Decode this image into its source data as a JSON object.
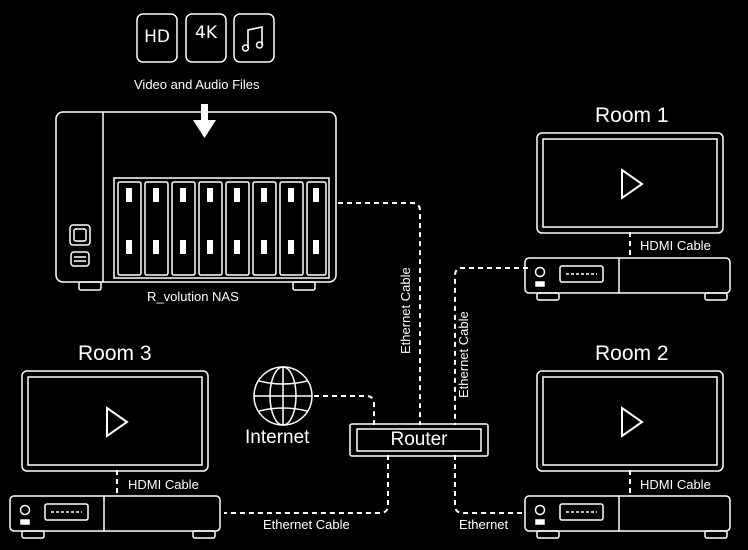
{
  "media_icons": [
    {
      "name": "hd-icon",
      "text": "HD"
    },
    {
      "name": "4k-icon",
      "text": "4K"
    },
    {
      "name": "music-note-icon",
      "text": ""
    }
  ],
  "files_label": "Video and Audio Files",
  "nas_label": "R_volution NAS",
  "rooms": {
    "room1": "Room 1",
    "room2": "Room 2",
    "room3": "Room 3"
  },
  "cables": {
    "hdmi_room1": "HDMI Cable",
    "hdmi_room2": "HDMI Cable",
    "hdmi_room3": "HDMI Cable",
    "ethernet_nas": "Ethernet Cable",
    "ethernet_room1": "Ethernet Cable",
    "ethernet_room3": "Ethernet Cable",
    "ethernet_room2": "Ethernet"
  },
  "internet_label": "Internet",
  "router_label": "Router",
  "colors": {
    "background": "#000000",
    "stroke": "#ffffff"
  }
}
